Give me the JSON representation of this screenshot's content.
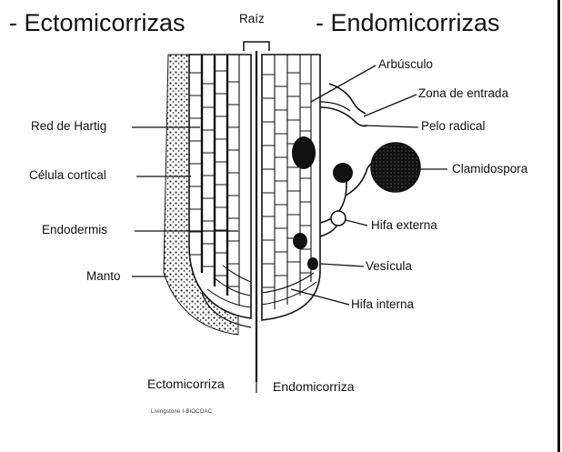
{
  "headings": {
    "left": "- Ectomicorrizas",
    "right": "- Endomicorrizas"
  },
  "diagram": {
    "root_label": "Raíz",
    "left_labels": {
      "hartig_net": "Red de Hartig",
      "cortical_cell": "Célula cortical",
      "endodermis": "Endodermis",
      "mantle": "Manto"
    },
    "right_labels": {
      "arbuscule": "Arbúsculo",
      "entry_zone": "Zona de entrada",
      "root_hair": "Pelo radical",
      "chlamydospore": "Clamidospora",
      "external_hypha": "Hifa externa",
      "vesicle": "Vesícula",
      "internal_hypha": "Hifa interna"
    },
    "bottom_labels": {
      "left": "Ectomicorriza",
      "right": "Endomicorriza"
    },
    "credit": "Livingstone I-BiOCOAC"
  }
}
